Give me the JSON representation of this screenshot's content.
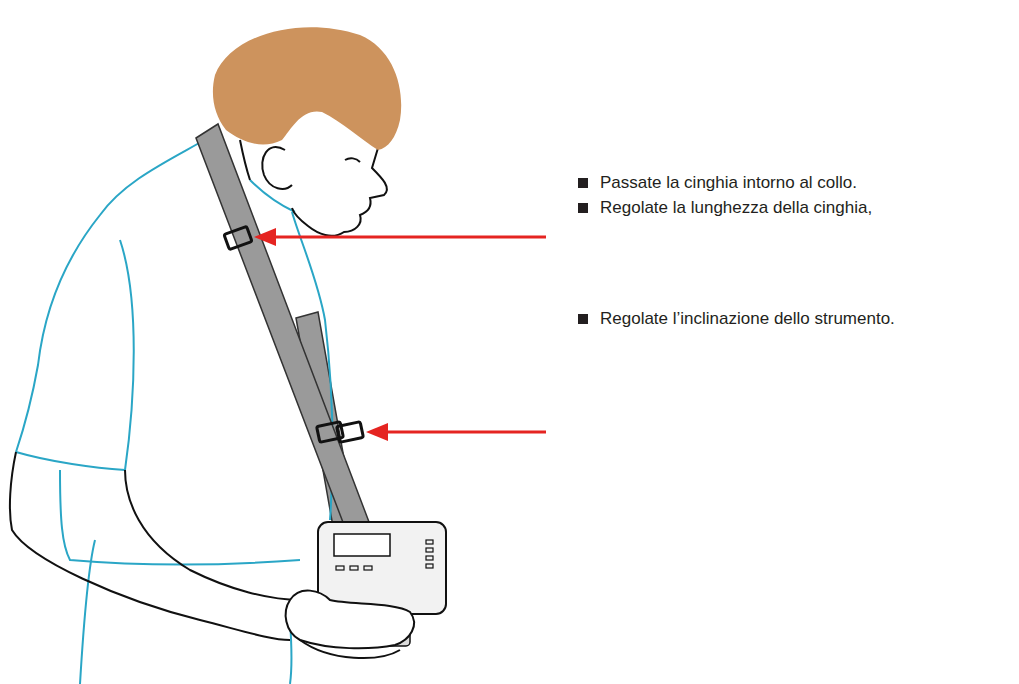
{
  "diagram": {
    "labels": [
      "Passate la cinghia intorno al collo.",
      "Regolate la lunghezza della cinghia,",
      "Regolate l’inclinazione dello strumento."
    ]
  }
}
